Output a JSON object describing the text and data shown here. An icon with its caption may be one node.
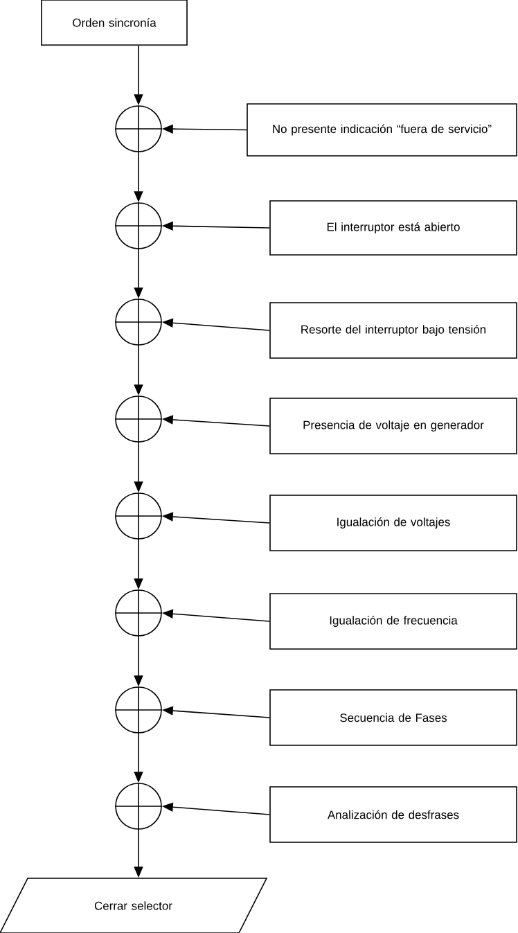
{
  "diagram": {
    "nodes": [
      {
        "text": [
          "Orden sincronía"
        ]
      },
      {
        "text": [],
        "shape": "circle"
      },
      {
        "text": [
          "No presente indicación “fuera de servicio”"
        ]
      },
      {
        "text": [],
        "shape": "circle"
      },
      {
        "text": [
          "El interruptor está abierto"
        ]
      },
      {
        "text": [],
        "shape": "circle"
      },
      {
        "text": [
          "Resorte del interruptor bajo tensión"
        ]
      },
      {
        "text": [],
        "shape": "circle"
      },
      {
        "text": [
          "Presencia de voltaje en generador"
        ]
      },
      {
        "text": [],
        "shape": "circle"
      },
      {
        "text": [
          "Igualación de voltajes"
        ]
      },
      {
        "text": [],
        "shape": "circle"
      },
      {
        "text": [
          "Igualación de frecuencia"
        ]
      },
      {
        "text": [],
        "shape": "circle"
      },
      {
        "text": [
          "Secuencia de Fases"
        ]
      },
      {
        "text": [],
        "shape": "circle"
      },
      {
        "text": [
          "Analización de desfrases"
        ]
      },
      {
        "text": [
          "Cerrar selector"
        ]
      }
    ],
    "edges": [
      {
        "from": 0,
        "to": 1,
        "arrow": "to"
      },
      {
        "from": 2,
        "to": 1,
        "arrow": "to"
      },
      {
        "from": 1,
        "to": 3,
        "arrow": "to"
      },
      {
        "from": 4,
        "to": 3,
        "arrow": "to"
      },
      {
        "from": 3,
        "to": 5,
        "arrow": "to"
      },
      {
        "from": 6,
        "to": 5,
        "arrow": "to"
      },
      {
        "from": 5,
        "to": 7,
        "arrow": "to"
      },
      {
        "from": 8,
        "to": 7,
        "arrow": "to"
      },
      {
        "from": 7,
        "to": 9,
        "arrow": "to"
      },
      {
        "from": 10,
        "to": 9,
        "arrow": "to"
      },
      {
        "from": 9,
        "to": 11,
        "arrow": "to"
      },
      {
        "from": 12,
        "to": 11,
        "arrow": "to"
      },
      {
        "from": 11,
        "to": 13,
        "arrow": "to"
      },
      {
        "from": 14,
        "to": 13,
        "arrow": "to"
      },
      {
        "from": 13,
        "to": 15,
        "arrow": "to"
      },
      {
        "from": 16,
        "to": 15,
        "arrow": "to"
      },
      {
        "from": 15,
        "to": 17,
        "arrow": "to"
      }
    ]
  }
}
